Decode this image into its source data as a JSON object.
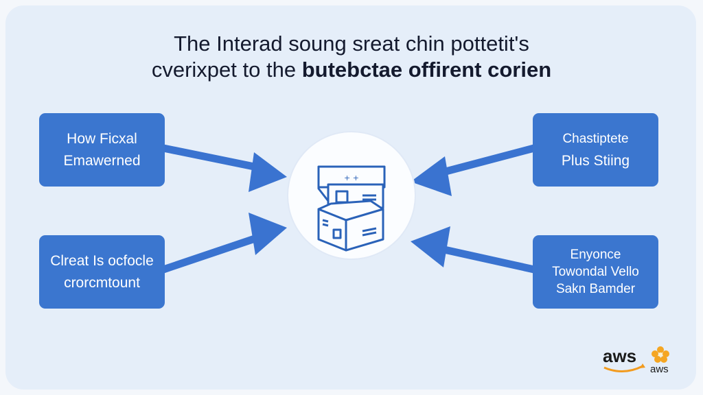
{
  "title": {
    "line1": "The Interad soung sreat chin pottetit's",
    "line2_plain": "cverixpet to the ",
    "line2_bold": "butebctae offirent corien"
  },
  "boxes": {
    "top_left": {
      "line1": "How Ficxal",
      "line2": "Emawerned"
    },
    "bottom_left": {
      "line1": "Clreat Is ocfocle",
      "line2": "crorcmtount"
    },
    "top_right": {
      "line1": "Chastiptete",
      "line2": "Plus Stiing"
    },
    "bottom_right": {
      "line1": "Enyonce",
      "line2": "Towondal Vello",
      "line3": "Sakn Bamder"
    }
  },
  "center_icon": "stacked-boxes-icon",
  "logo": {
    "text": "aws",
    "subtext": "aws"
  },
  "colors": {
    "box": "#3b76cf",
    "arrow": "#3a73d0",
    "background": "#e5eef9",
    "title": "#141a2e",
    "logo_orange": "#f5a623"
  }
}
